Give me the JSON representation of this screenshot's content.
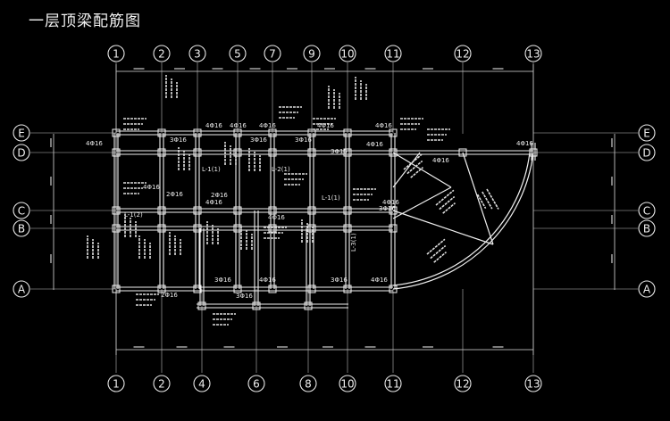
{
  "title": "一层顶梁配筋图",
  "axes_top": [
    "1",
    "2",
    "3",
    "5",
    "7",
    "9",
    "10",
    "11",
    "12",
    "13"
  ],
  "axes_bottom": [
    "1",
    "2",
    "4",
    "6",
    "8",
    "10",
    "11",
    "12",
    "13"
  ],
  "axes_rows": [
    "E",
    "D",
    "C",
    "B",
    "A"
  ],
  "beam_labels": [
    {
      "text": "4Φ16"
    },
    {
      "text": "4Φ16"
    },
    {
      "text": "4Φ16"
    },
    {
      "text": "4Φ16"
    },
    {
      "text": "4Φ16"
    },
    {
      "text": "4Φ16"
    },
    {
      "text": "4Φ16"
    },
    {
      "text": "4Φ16"
    },
    {
      "text": "4Φ16"
    },
    {
      "text": "4Φ16"
    },
    {
      "text": "4Φ16"
    },
    {
      "text": "4Φ16"
    },
    {
      "text": "4Φ16"
    },
    {
      "text": "4Φ16"
    },
    {
      "text": "4Φ16"
    },
    {
      "text": "3Φ16"
    },
    {
      "text": "3Φ16"
    },
    {
      "text": "3Φ16"
    },
    {
      "text": "3Φ16"
    },
    {
      "text": "3Φ16"
    },
    {
      "text": "3Φ16"
    },
    {
      "text": "3Φ16"
    },
    {
      "text": "3Φ16"
    },
    {
      "text": "2Φ16"
    },
    {
      "text": "2Φ16"
    },
    {
      "text": "2Φ16"
    },
    {
      "text": "L-1(2)"
    },
    {
      "text": "L-1(1)"
    },
    {
      "text": "L-2(1)"
    },
    {
      "text": "L-1(1)"
    },
    {
      "text": "L-3(1)"
    }
  ],
  "colors": {
    "background": "#000000",
    "lines": "#e6e6e6",
    "text": "#eaeaea"
  }
}
